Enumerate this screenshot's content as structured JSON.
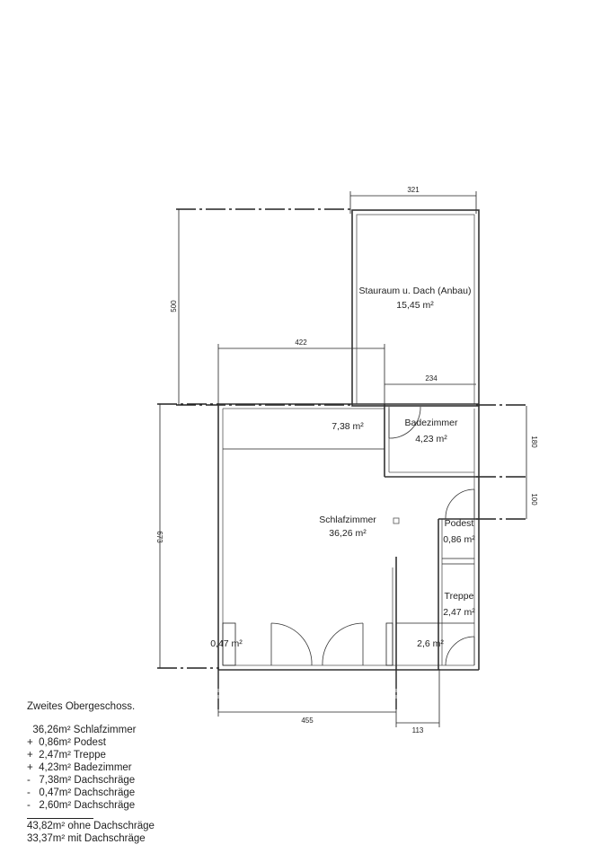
{
  "plan": {
    "dimensions": {
      "d321": "321",
      "d500": "500",
      "d422": "422",
      "d234": "234",
      "d180": "180",
      "d100": "100",
      "d673": "673",
      "d455": "455",
      "d113": "113"
    },
    "rooms": {
      "storage_name": "Stauraum u. Dach (Anbau)",
      "storage_area": "15,45 m²",
      "slope_top_area": "7,38 m²",
      "bath_name": "Badezimmer",
      "bath_area": "4,23 m²",
      "bedroom_name": "Schlafzimmer",
      "bedroom_area": "36,26 m²",
      "landing_name": "Podest",
      "landing_area": "0,86 m²",
      "stairs_name": "Treppe",
      "stairs_area": "2,47 m²",
      "slope_left_area": "0,47 m²",
      "slope_right_area": "2,6 m²"
    }
  },
  "summary": {
    "title": "Zweites Obergeschoss.",
    "lines": [
      "  36,26m² Schlafzimmer",
      "+  0,86m² Podest",
      "+  2,47m² Treppe",
      "+  4,23m² Badezimmer",
      "-   7,38m² Dachschräge",
      "-   0,47m² Dachschräge",
      "-   2,60m² Dachschräge"
    ],
    "totals": [
      "43,82m² ohne Dachschräge",
      "33,37m² mit Dachschräge"
    ]
  }
}
